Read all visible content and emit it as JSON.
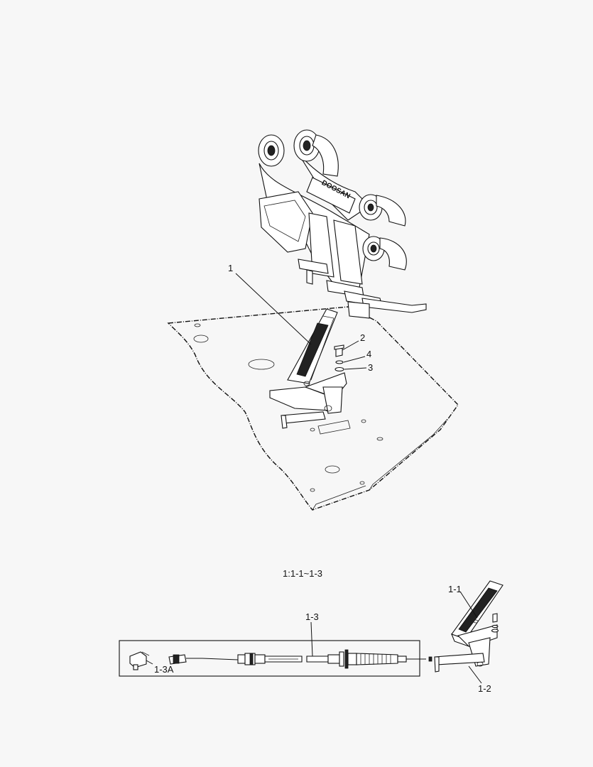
{
  "brand_text": "DOOSAN",
  "callouts": {
    "pedal_assembly": "1",
    "bolt": "2",
    "nut": "3",
    "washer": "4",
    "pedal": "1-1",
    "bracket": "1-2",
    "cable": "1-3",
    "cable_end": "1-3A"
  },
  "subassembly_caption": "1:1-1~1-3"
}
